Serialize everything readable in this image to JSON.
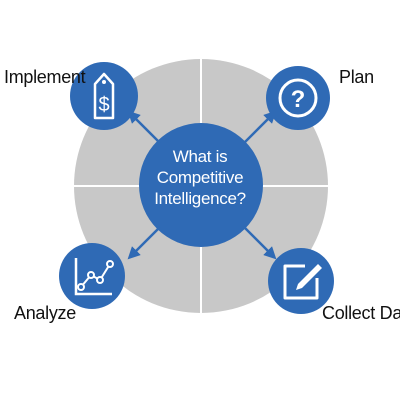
{
  "center": {
    "line1": "What is",
    "line2": "Competitive",
    "line3": "Intelligence?"
  },
  "stages": {
    "implement": "Implement",
    "plan": "Plan",
    "analyze": "Analyze",
    "collect": "Collect Data"
  },
  "icons": {
    "implement": "price-tag-dollar-icon",
    "plan": "question-mark-icon",
    "analyze": "line-chart-icon",
    "collect": "edit-pencil-icon"
  },
  "colors": {
    "accent": "#2f6ab5",
    "ring": "#c8c8c8",
    "divider": "#ffffff",
    "icon_stroke": "#ffffff"
  }
}
